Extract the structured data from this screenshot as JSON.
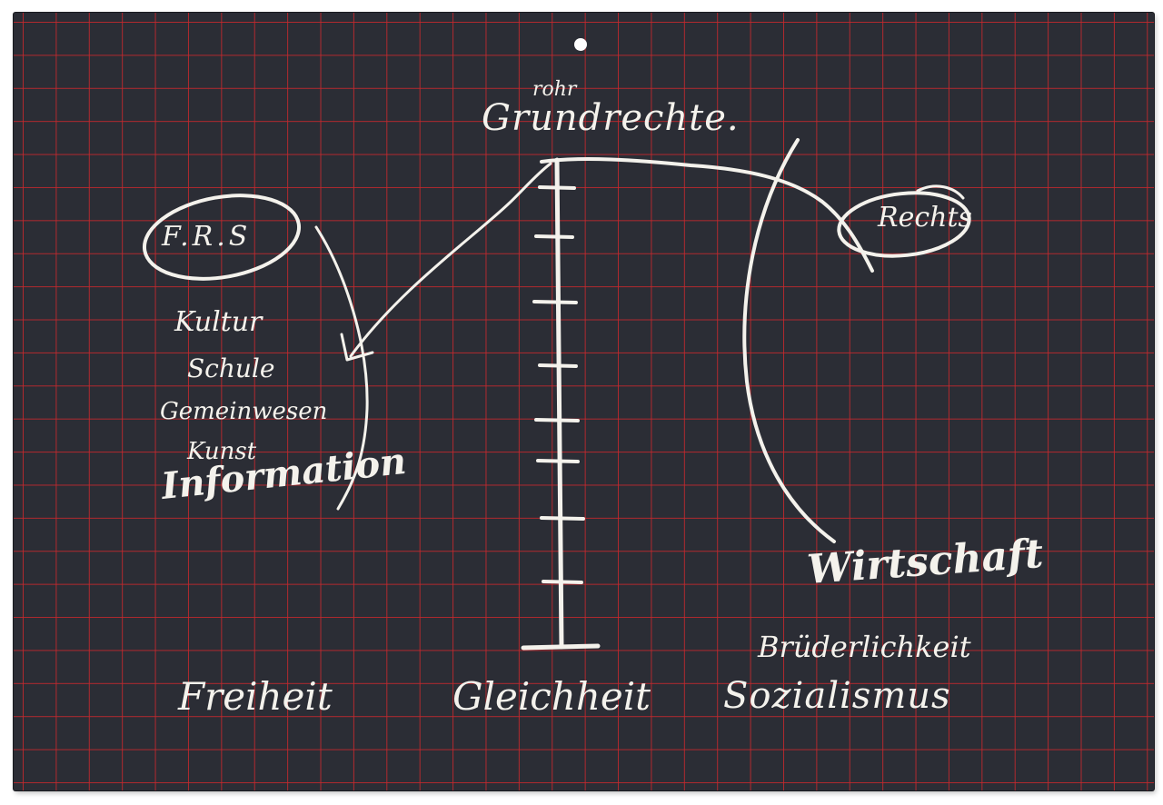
{
  "board": {
    "background_color": "#2b2d35",
    "grid_color": "#c8282d",
    "chalk_color": "#f4f2ec"
  },
  "words": {
    "rohr": "rohr",
    "grundrechte": "Grundrechte.",
    "rechts": "Rechts",
    "frs": "F.R.S",
    "kultur": "Kultur",
    "schule": "Schule",
    "gemeinwesen": "Gemeinwesen",
    "kunst": "Kunst",
    "information": "Information",
    "wirtschaft": "Wirtschaft",
    "bruderlichkeit": "Brüderlichkeit",
    "sozialismus": "Sozialismus",
    "freiheit": "Freiheit",
    "gleichheit": "Gleichheit"
  }
}
